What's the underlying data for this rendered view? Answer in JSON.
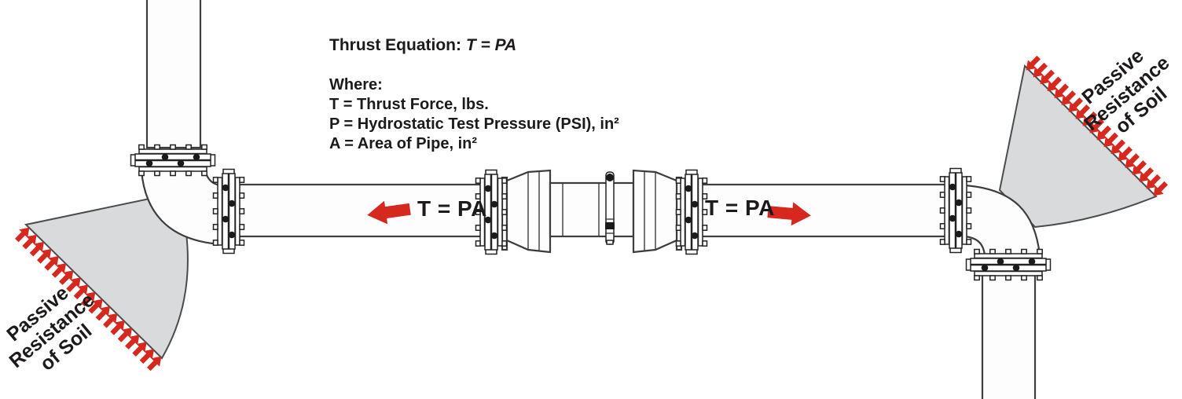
{
  "diagram": {
    "title": "Thrust restraint diagram",
    "equation": {
      "title_prefix": "Thrust Equation:",
      "title_formula": "T = PA",
      "where_label": "Where:",
      "definitions": [
        "T = Thrust Force, lbs.",
        "P = Hydrostatic Test Pressure (PSI), in²",
        "A = Area of Pipe, in²"
      ]
    },
    "thrust_labels": {
      "left": "T = PA",
      "right": "T = PA"
    },
    "soil_labels": {
      "left": {
        "lines": [
          "Passive",
          "Resistance",
          "of Soil"
        ]
      },
      "right": {
        "lines": [
          "Passive",
          "Resistance",
          "of Soil"
        ]
      }
    },
    "colors": {
      "arrow_red": "#d6281e",
      "soil_wedge_gray": "#d9dadc",
      "pipe_outline": "#3d3d3d",
      "text_black": "#1d1a1b"
    }
  }
}
